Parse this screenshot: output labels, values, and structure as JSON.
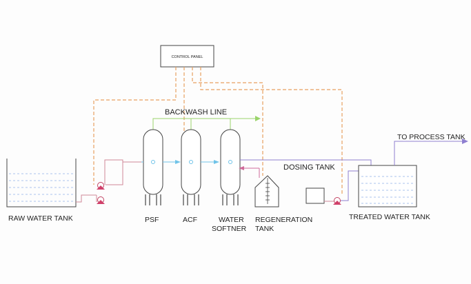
{
  "labels": {
    "control_panel": "CONTROL PANEL",
    "backwash_line": "BACKWASH LINE",
    "dosing_tank": "DOSING TANK",
    "to_process_tank": "TO PROCESS TANK",
    "raw_water_tank": "RAW WATER TANK",
    "psf": "PSF",
    "acf": "ACF",
    "water_softner_line1": "WATER",
    "water_softner_line2": "SOFTNER",
    "regeneration_line1": "REGENERATION",
    "regeneration_line2": "TANK",
    "treated_water_tank": "TREATED WATER TANK"
  },
  "colors": {
    "control_line": "#e8a060",
    "backwash_line": "#9ad46a",
    "flow_line": "#8e7fd0",
    "vessel_flow": "#6fc3e8",
    "regen_line": "#d06a9a",
    "pump_line": "#d08898",
    "outline": "#444444",
    "water": "#8fb0e8"
  }
}
